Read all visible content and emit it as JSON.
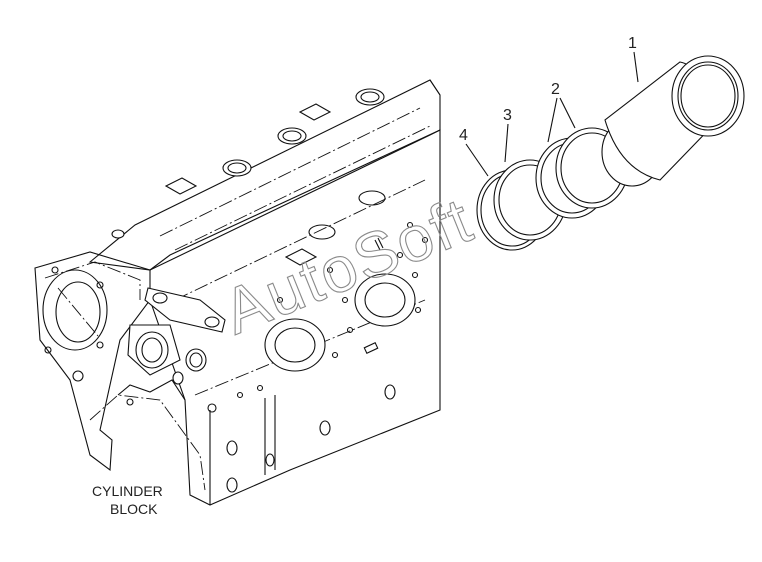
{
  "callouts": {
    "c1": "1",
    "c2": "2",
    "c3": "3",
    "c4": "4"
  },
  "block_label": {
    "line1": "CYLINDER",
    "line2": "BLOCK"
  },
  "watermark": "AutoSoft",
  "colors": {
    "line": "#111111",
    "background": "#ffffff",
    "watermark": "#8a8a8a"
  }
}
